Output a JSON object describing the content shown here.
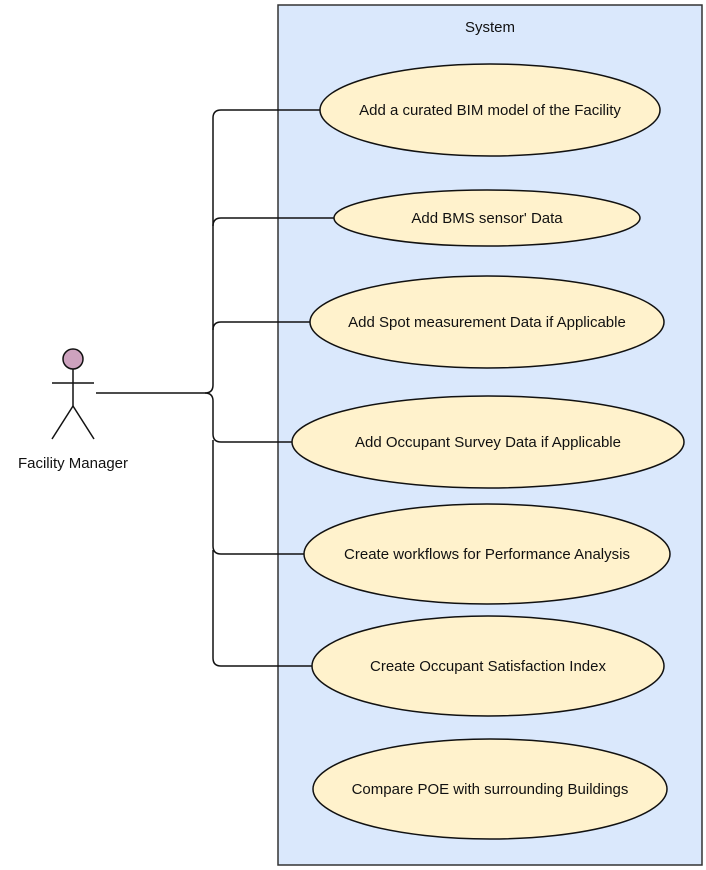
{
  "system": {
    "title": "System",
    "fill": "#dae8fc",
    "stroke": "#333333"
  },
  "actor": {
    "name": "Facility Manager",
    "head_color": "#cda2be"
  },
  "use_case_fill": "#fff2cc",
  "use_cases": [
    {
      "id": "uc1",
      "label": "Add a curated BIM model of the Facility",
      "connected": true
    },
    {
      "id": "uc2",
      "label": "Add BMS sensor' Data",
      "connected": true
    },
    {
      "id": "uc3",
      "label": "Add Spot measurement Data if Applicable",
      "connected": true
    },
    {
      "id": "uc4",
      "label": "Add Occupant Survey Data if Applicable",
      "connected": true
    },
    {
      "id": "uc5",
      "label": "Create workflows for Performance Analysis",
      "connected": true
    },
    {
      "id": "uc6",
      "label": "Create Occupant Satisfaction Index",
      "connected": true
    },
    {
      "id": "uc7",
      "label": "Compare POE with surrounding Buildings",
      "connected": false
    }
  ]
}
